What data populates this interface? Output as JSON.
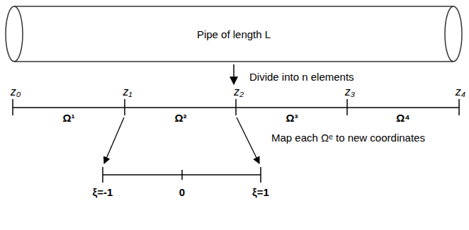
{
  "diagram": {
    "nodes": [
      {
        "text": [
          "Pipe of length L"
        ]
      }
    ],
    "labels": [
      "z₀",
      "z₁",
      "z₂",
      "z₃",
      "z₄",
      "Ω¹",
      "Ω²",
      "Ω³",
      "Ω⁴",
      "Divide into n elements",
      "Map each Ωᵉ to new coordinates",
      "ξ=-1",
      "0",
      "ξ=1"
    ]
  }
}
